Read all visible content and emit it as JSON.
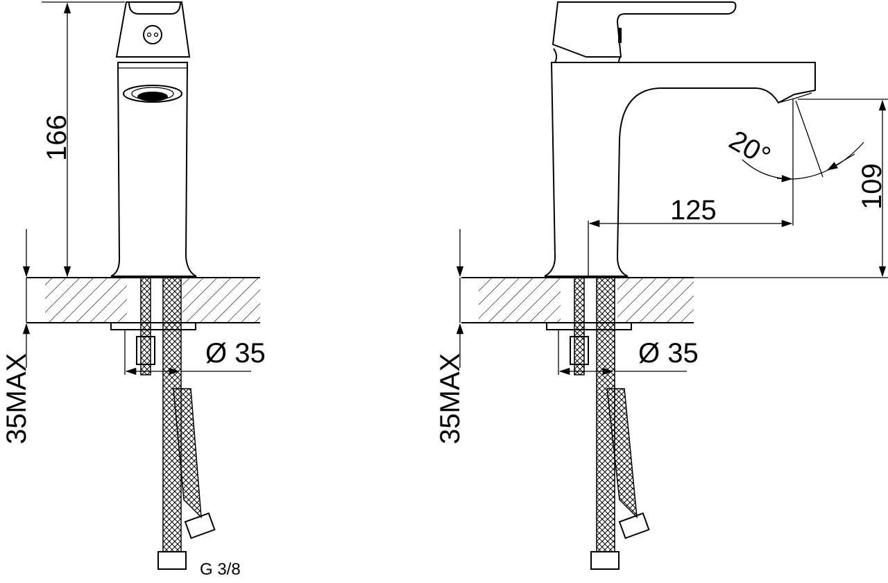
{
  "drawing": {
    "front_view": {
      "height_label": "166",
      "thickness_label": "35MAX",
      "hole_label": "Ø 35",
      "thread_label": "G 3/8"
    },
    "side_view": {
      "thickness_label": "35MAX",
      "hole_label": "Ø 35",
      "angle_label": "20°",
      "reach_label": "125",
      "spout_height_label": "109"
    },
    "colors": {
      "line": "#000000",
      "background": "#ffffff"
    }
  }
}
